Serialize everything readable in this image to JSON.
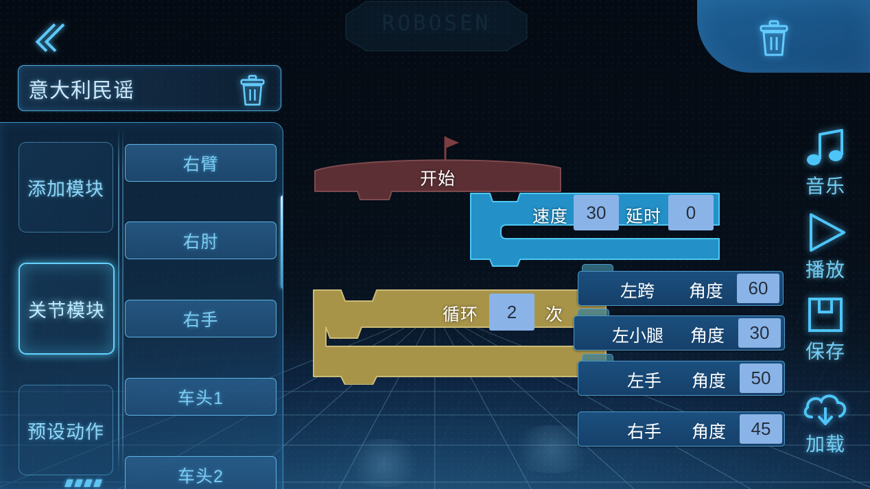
{
  "app": {
    "brand_watermark": "ROBOSEN",
    "accent": "#5ec8f7",
    "panel_blue": "#1d5f93",
    "block_blue": "#1b4f7e",
    "block_teal": "#2391c8",
    "block_olive": "#a89449",
    "block_maroon": "#5b2f33",
    "value_field": "#8ab4e8"
  },
  "topbar": {
    "back_icon": "double-chevron-left-icon",
    "delete_icon": "trash-icon",
    "name_field": {
      "value": "意大利民谣",
      "placeholder": "意大利民谣",
      "clear_icon": "trash-icon"
    }
  },
  "sidebar": {
    "categories": [
      {
        "label": "添加模块",
        "selected": false
      },
      {
        "label": "关节模块",
        "selected": true
      },
      {
        "label": "预设动作",
        "selected": false
      }
    ],
    "joints": [
      {
        "label": "右臂"
      },
      {
        "label": "右肘"
      },
      {
        "label": "右手"
      },
      {
        "label": "车头1"
      },
      {
        "label": "车头2"
      }
    ],
    "scrollbar": {
      "name": "joint-list-scrollbar"
    }
  },
  "toolbar": {
    "items": [
      {
        "label": "音乐",
        "icon": "music-note-icon"
      },
      {
        "label": "播放",
        "icon": "play-icon"
      },
      {
        "label": "保存",
        "icon": "save-floppy-icon"
      },
      {
        "label": "加载",
        "icon": "cloud-download-icon"
      }
    ]
  },
  "workspace": {
    "start_block": {
      "label": "开始",
      "icon": "flag-icon"
    },
    "speed_block": {
      "speed_label": "速度",
      "speed_value": "30",
      "delay_label": "延时",
      "delay_value": "0"
    },
    "loop_block": {
      "prefix_label": "循环",
      "count_value": "2",
      "suffix_label": "次"
    },
    "joint_blocks": [
      {
        "name": "左跨",
        "angle_label": "角度",
        "angle_value": "60"
      },
      {
        "name": "左小腿",
        "angle_label": "角度",
        "angle_value": "30"
      },
      {
        "name": "左手",
        "angle_label": "角度",
        "angle_value": "50"
      },
      {
        "name": "右手",
        "angle_label": "角度",
        "angle_value": "45"
      }
    ]
  }
}
